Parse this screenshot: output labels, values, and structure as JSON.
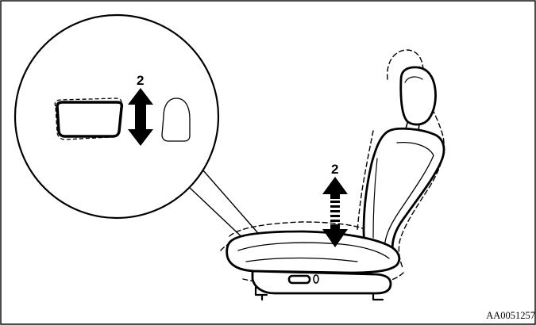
{
  "figure": {
    "code": "AA0051257",
    "inset_callout": "2",
    "seat_callout": "2"
  },
  "parts": {
    "inset": "seat-height-switch-detail",
    "seat": "front-seat",
    "motion": "up-down"
  }
}
